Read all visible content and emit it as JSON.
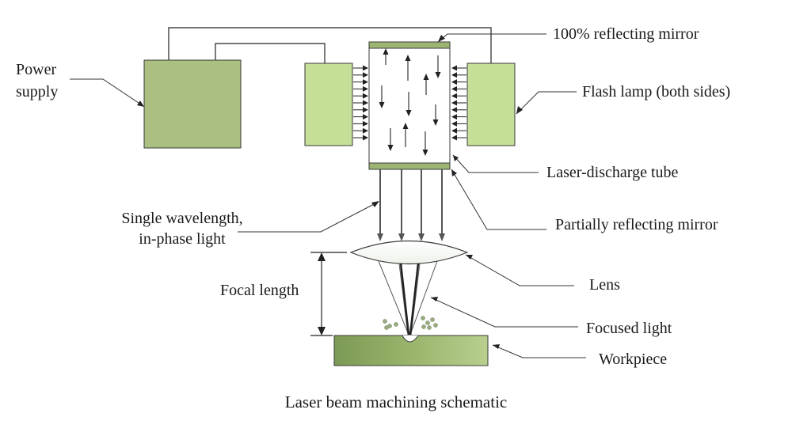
{
  "labels": {
    "power_supply": [
      "Power",
      "supply"
    ],
    "mirror_full": "100% reflecting mirror",
    "flash_lamp": "Flash lamp (both sides)",
    "discharge_tube": "Laser-discharge tube",
    "partial_mirror": "Partially reflecting mirror",
    "light": [
      "Single wavelength,",
      "in-phase light"
    ],
    "focal_length": "Focal length",
    "lens": "Lens",
    "focused_light": "Focused light",
    "workpiece": "Workpiece"
  },
  "caption": "Laser beam machining schematic",
  "colors": {
    "power_box": "#aabf80",
    "lamp": "#c6df98",
    "mirror": "#9cb572",
    "workpiece_dark": "#7c9a55",
    "workpiece_light": "#b5cc8c",
    "line": "#222222",
    "spatter": "#9aab82"
  }
}
